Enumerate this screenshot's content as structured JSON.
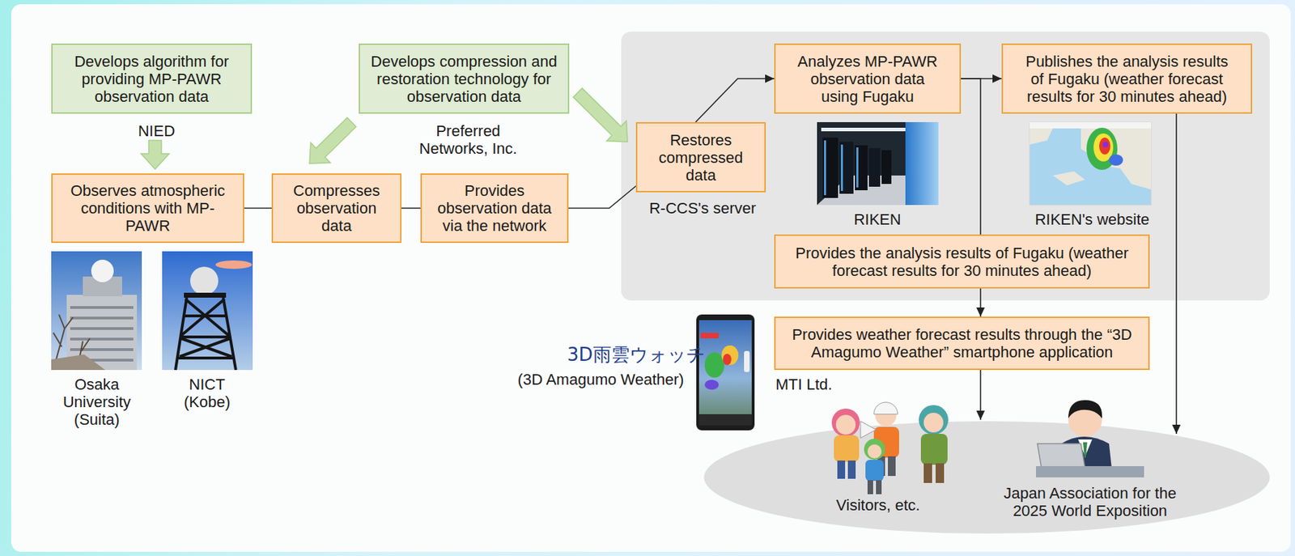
{
  "diagram": {
    "nodes": [
      {
        "text": [
          "Develops algorithm for providing MP-PAWR observation data",
          "NIED"
        ]
      },
      {
        "text": [
          "Develops compression and restoration technology for observation data",
          "Preferred Networks, Inc."
        ]
      },
      {
        "text": [
          "Observes atmospheric conditions with MP-PAWR"
        ]
      },
      {
        "text": [
          "Compresses observation data"
        ]
      },
      {
        "text": [
          "Provides observation data via the network"
        ]
      },
      {
        "text": [
          "Restores compressed data",
          "R-CCS's server"
        ]
      },
      {
        "text": [
          "Analyzes MP-PAWR observation data using Fugaku"
        ]
      },
      {
        "text": [
          "Publishes the analysis results of Fugaku (weather forecast results for 30 minutes ahead)"
        ]
      },
      {
        "text": [
          "Provides the analysis results of Fugaku (weather forecast results for 30 minutes ahead)"
        ]
      },
      {
        "text": [
          "Provides weather forecast results through the “3D Amagumo Weather” smartphone application",
          "MTI Ltd."
        ]
      },
      {
        "text": [
          "Visitors, etc."
        ]
      },
      {
        "text": [
          "Japan Association for the 2025 World Exposition"
        ]
      }
    ],
    "edges": [
      {
        "from": 0,
        "to": 2,
        "arrow": "to"
      },
      {
        "from": 1,
        "to": 3,
        "arrow": "to"
      },
      {
        "from": 1,
        "to": 5,
        "arrow": "to"
      },
      {
        "from": 2,
        "to": 3,
        "arrow": "none"
      },
      {
        "from": 3,
        "to": 4,
        "arrow": "none"
      },
      {
        "from": 4,
        "to": 5,
        "arrow": "none"
      },
      {
        "from": 5,
        "to": 6,
        "arrow": "to"
      },
      {
        "from": 6,
        "to": 7,
        "arrow": "to"
      },
      {
        "from": 6,
        "to": 8,
        "arrow": "none"
      },
      {
        "from": 8,
        "to": 9,
        "arrow": "to"
      },
      {
        "from": 9,
        "to": 10,
        "arrow": "to"
      },
      {
        "from": 7,
        "to": 11,
        "arrow": "to"
      }
    ],
    "labels": [
      "Osaka University (Suita)",
      "NICT (Kobe)",
      "RIKEN",
      "RIKEN's website",
      "3D雨雲ウォッチ",
      "(3D Amagumo Weather)"
    ]
  }
}
